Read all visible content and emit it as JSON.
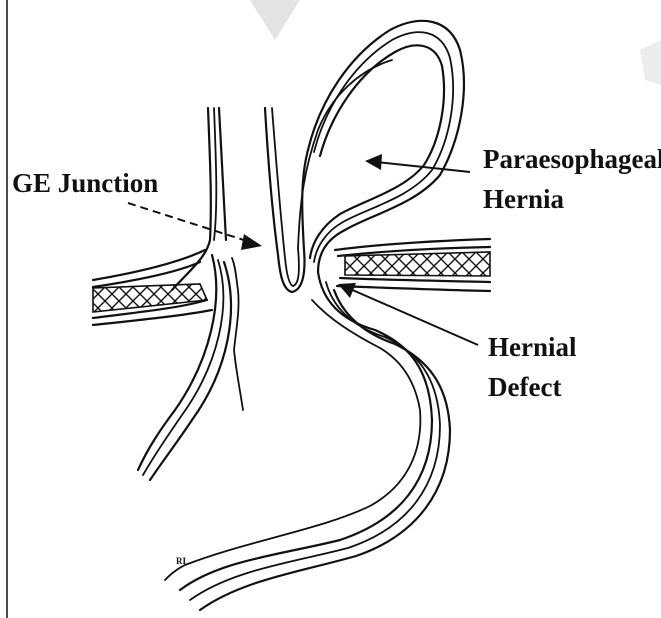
{
  "labels": {
    "ge_junction": "GE Junction",
    "paraesophageal_line1": "Paraesophageal",
    "paraesophageal_line2": "Hernia",
    "hernial_line1": "Hernial",
    "hernial_line2": "Defect",
    "initials": "RI"
  },
  "colors": {
    "ink": "#111111",
    "background": "#ffffff",
    "watermark": "#dcdcdc"
  }
}
